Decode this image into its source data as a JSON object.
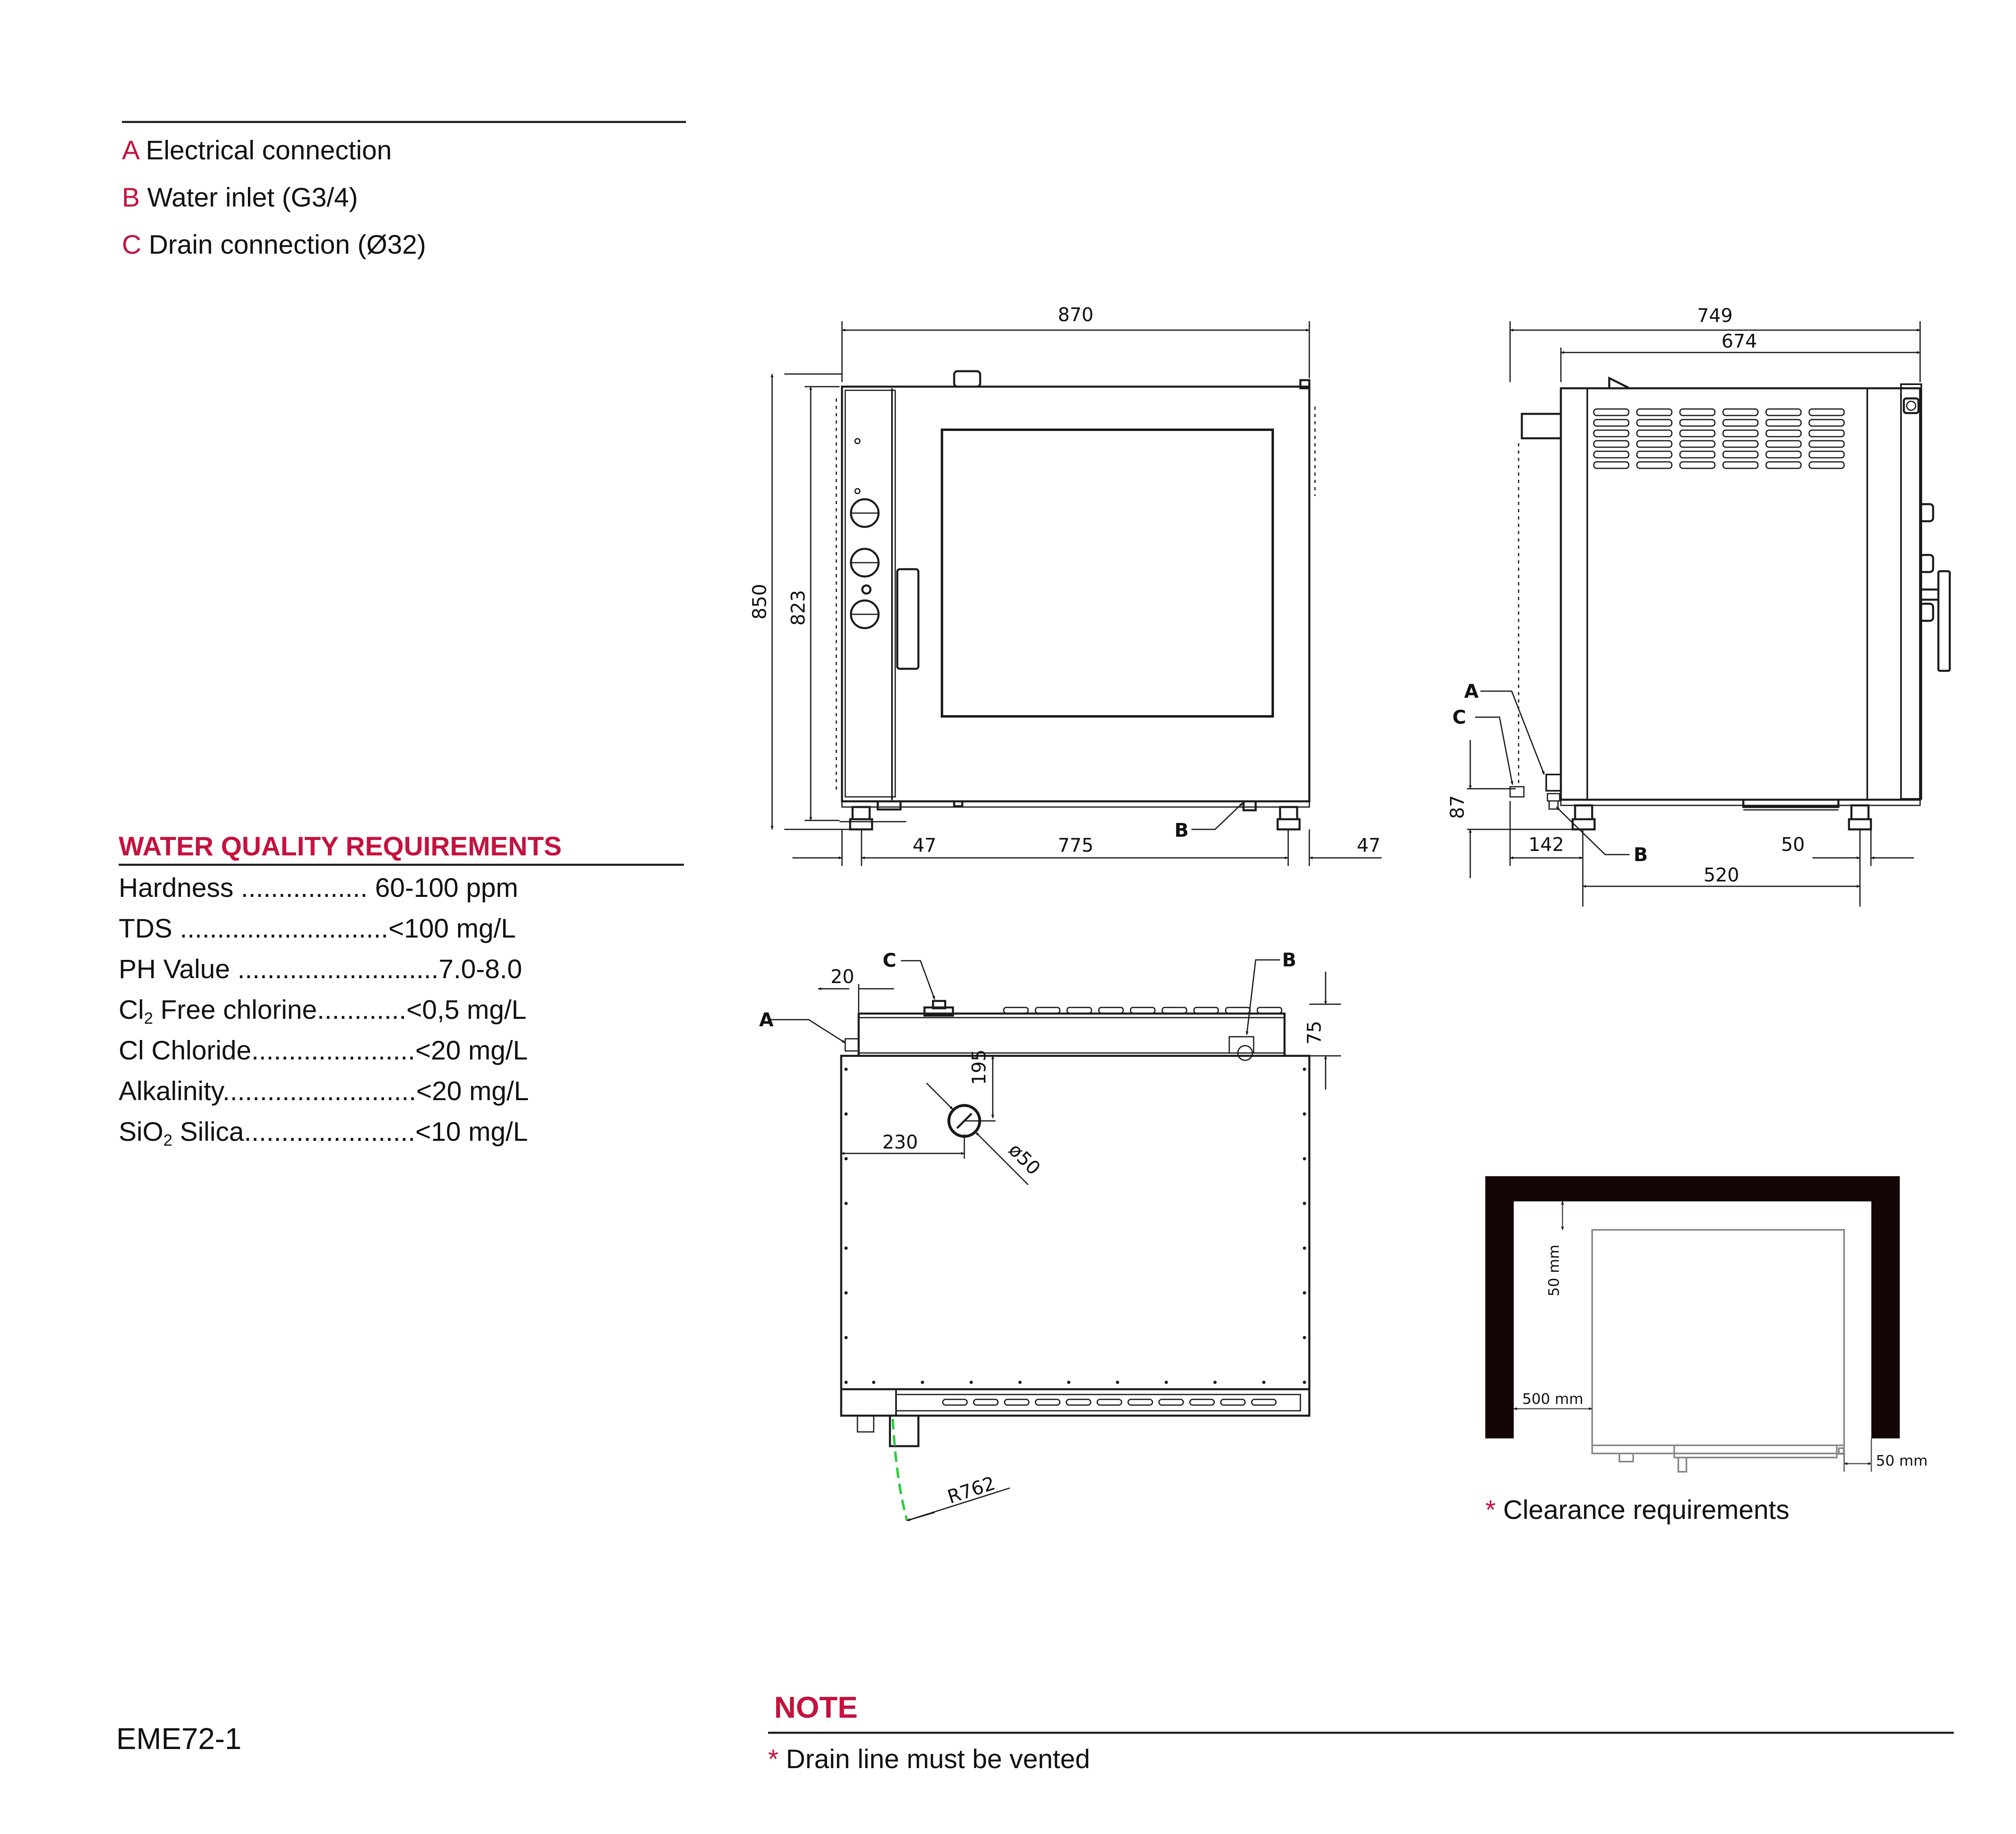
{
  "legend": [
    {
      "letter": "A",
      "text": "Electrical connection"
    },
    {
      "letter": "B",
      "text": "Water inlet (G3/4)"
    },
    {
      "letter": "C",
      "text": "Drain connection (Ø32)"
    }
  ],
  "water_quality": {
    "heading": "WATER QUALITY REQUIREMENTS",
    "rows": [
      {
        "pre": "Hardness ................. 60-100 ppm",
        "sub": "",
        "post": ""
      },
      {
        "pre": "TDS ............................<100 mg/L",
        "sub": "",
        "post": ""
      },
      {
        "pre": "PH Value ...........................7.0-8.0",
        "sub": "",
        "post": ""
      },
      {
        "pre": "Cl",
        "sub": "2",
        "post": " Free chlorine............<0,5 mg/L"
      },
      {
        "pre": "Cl Chloride......................<20 mg/L",
        "sub": "",
        "post": ""
      },
      {
        "pre": "Alkalinity..........................<20 mg/L",
        "sub": "",
        "post": ""
      },
      {
        "pre": "SiO",
        "sub": "2",
        "post": " Silica.......................<10 mg/L"
      }
    ]
  },
  "model": "EME72-1",
  "note": {
    "heading": "NOTE",
    "star": "*",
    "text": "Drain line must be vented"
  },
  "clearance": {
    "star": "*",
    "caption": "Clearance requirements",
    "top_gap": "50 mm",
    "side_gap": "500 mm",
    "right_gap": "50 mm"
  },
  "front_view": {
    "width_total": "870",
    "height_total": "850",
    "height_body": "823",
    "foot_left": "47",
    "foot_span": "775",
    "foot_right": "47",
    "label_b": "B"
  },
  "side_view": {
    "depth_total": "749",
    "depth_body": "674",
    "connection_height": "87",
    "offset_142": "142",
    "foot_span": "520",
    "foot_offset": "50",
    "label_a": "A",
    "label_b": "B",
    "label_c": "C"
  },
  "top_view": {
    "dim_20": "20",
    "dim_195": "195",
    "dim_75": "75",
    "dim_230": "230",
    "dim_dia": "ø50",
    "door_radius": "R762",
    "label_a": "A",
    "label_b": "B",
    "label_c": "C"
  },
  "colors": {
    "accent": "#c4123e",
    "line": "#1a1a1a",
    "swing": "#2ecc40"
  }
}
